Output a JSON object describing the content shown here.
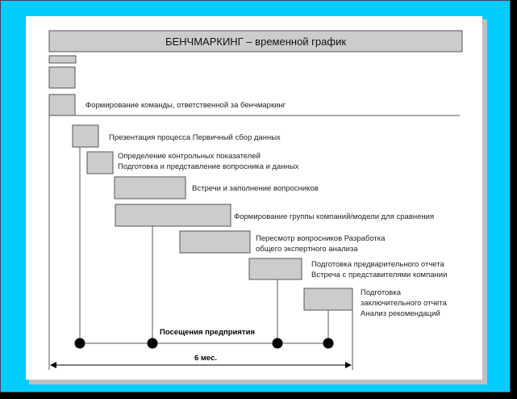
{
  "title": "БЕНЧМАРКИНГ – временной график",
  "tasks": [
    {
      "lines": [
        "Формирование команды, ответственной за бенчмаркинг"
      ]
    },
    {
      "lines": [
        "Презентация процесса  Первичный сбор данных"
      ]
    },
    {
      "lines": [
        "Определение контрольных показателей",
        "Подготовка и представление вопросника и данных"
      ]
    },
    {
      "lines": [
        "Встречи и заполнение вопросников"
      ]
    },
    {
      "lines": [
        "Формирование группы компаний/модели для сравнения"
      ]
    },
    {
      "lines": [
        "Пересмотр вопросников  Разработка",
        "общего экспертного анализа"
      ]
    },
    {
      "lines": [
        "Подготовка предварительного отчета",
        "Встреча с представителями компании"
      ]
    },
    {
      "lines": [
        "Подготовка",
        "заключительного отчета",
        "Анализ рекомендаций"
      ]
    }
  ],
  "visits_label": "Посещения предприятия",
  "duration_label": "6 мес.",
  "colors": {
    "background": "#00ccff",
    "box": "#cccccc"
  }
}
